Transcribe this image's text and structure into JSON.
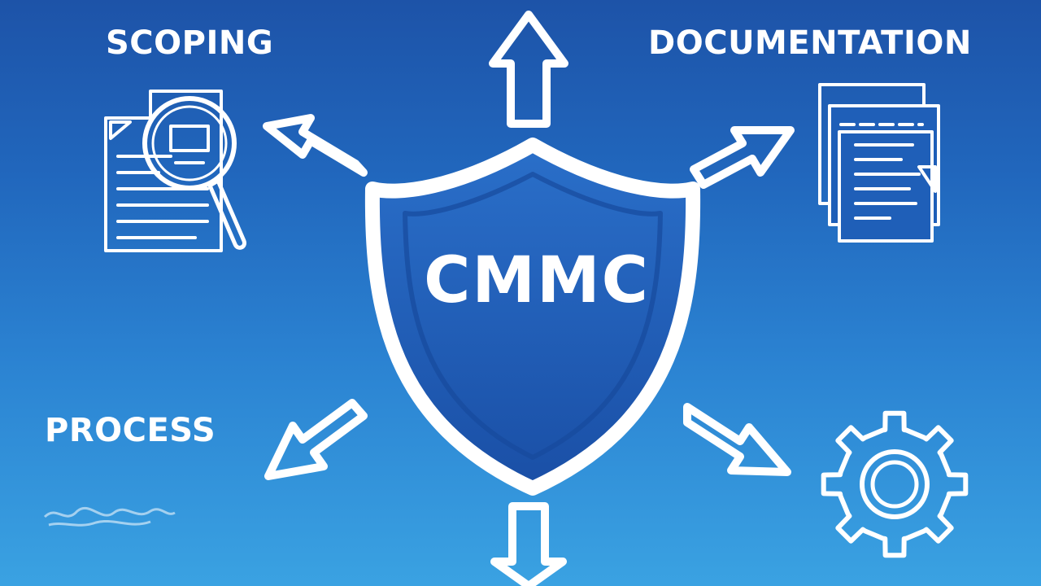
{
  "center": {
    "title": "CMMC",
    "icon": "shield-icon"
  },
  "nodes": [
    {
      "label": "SCOPING",
      "icon": "document-magnifier-icon"
    },
    {
      "label": "DOCUMENTATION",
      "icon": "documents-stack-icon"
    },
    {
      "label": "PROCESS",
      "icon": "gear-icon"
    }
  ],
  "colors": {
    "background_top": "#1d53a8",
    "background_bottom": "#3aa2e2",
    "shield_fill": "#1e5bb5",
    "outline": "#ffffff"
  }
}
